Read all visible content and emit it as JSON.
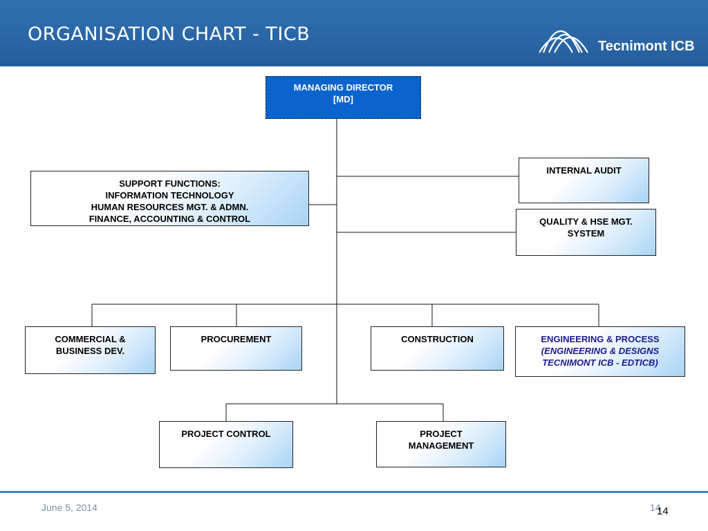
{
  "header": {
    "title": "ORGANISATION CHART - TICB",
    "logo_text": "Tecnimont ICB"
  },
  "colors": {
    "header_bg": "#2a66a6",
    "md_box_bg": "#0a64cc",
    "box_gradient_end": "#a8d4f4",
    "engineering_text": "#1a1a8c"
  },
  "chart": {
    "md": [
      "MANAGING DIRECTOR",
      "[MD]"
    ],
    "support": [
      "SUPPORT FUNCTIONS:",
      "INFORMATION TECHNOLOGY",
      "HUMAN RESOURCES MGT. & ADMN.",
      "FINANCE, ACCOUNTING & CONTROL"
    ],
    "internal_audit": [
      "INTERNAL AUDIT"
    ],
    "quality": [
      "QUALITY & HSE MGT.",
      "SYSTEM"
    ],
    "commercial": [
      "COMMERCIAL &",
      "BUSINESS DEV."
    ],
    "procurement": [
      "PROCUREMENT"
    ],
    "construction": [
      "CONSTRUCTION"
    ],
    "engineering": [
      "ENGINEERING & PROCESS",
      "(ENGINEERING & DESIGNS",
      "TECNIMONT ICB - EDTICB)"
    ],
    "project_control": [
      "PROJECT CONTROL"
    ],
    "project_management": [
      "PROJECT",
      "MANAGEMENT"
    ]
  },
  "footer": {
    "date": "June 5, 2014",
    "page_number": "14",
    "page_number_overlay": "14"
  }
}
